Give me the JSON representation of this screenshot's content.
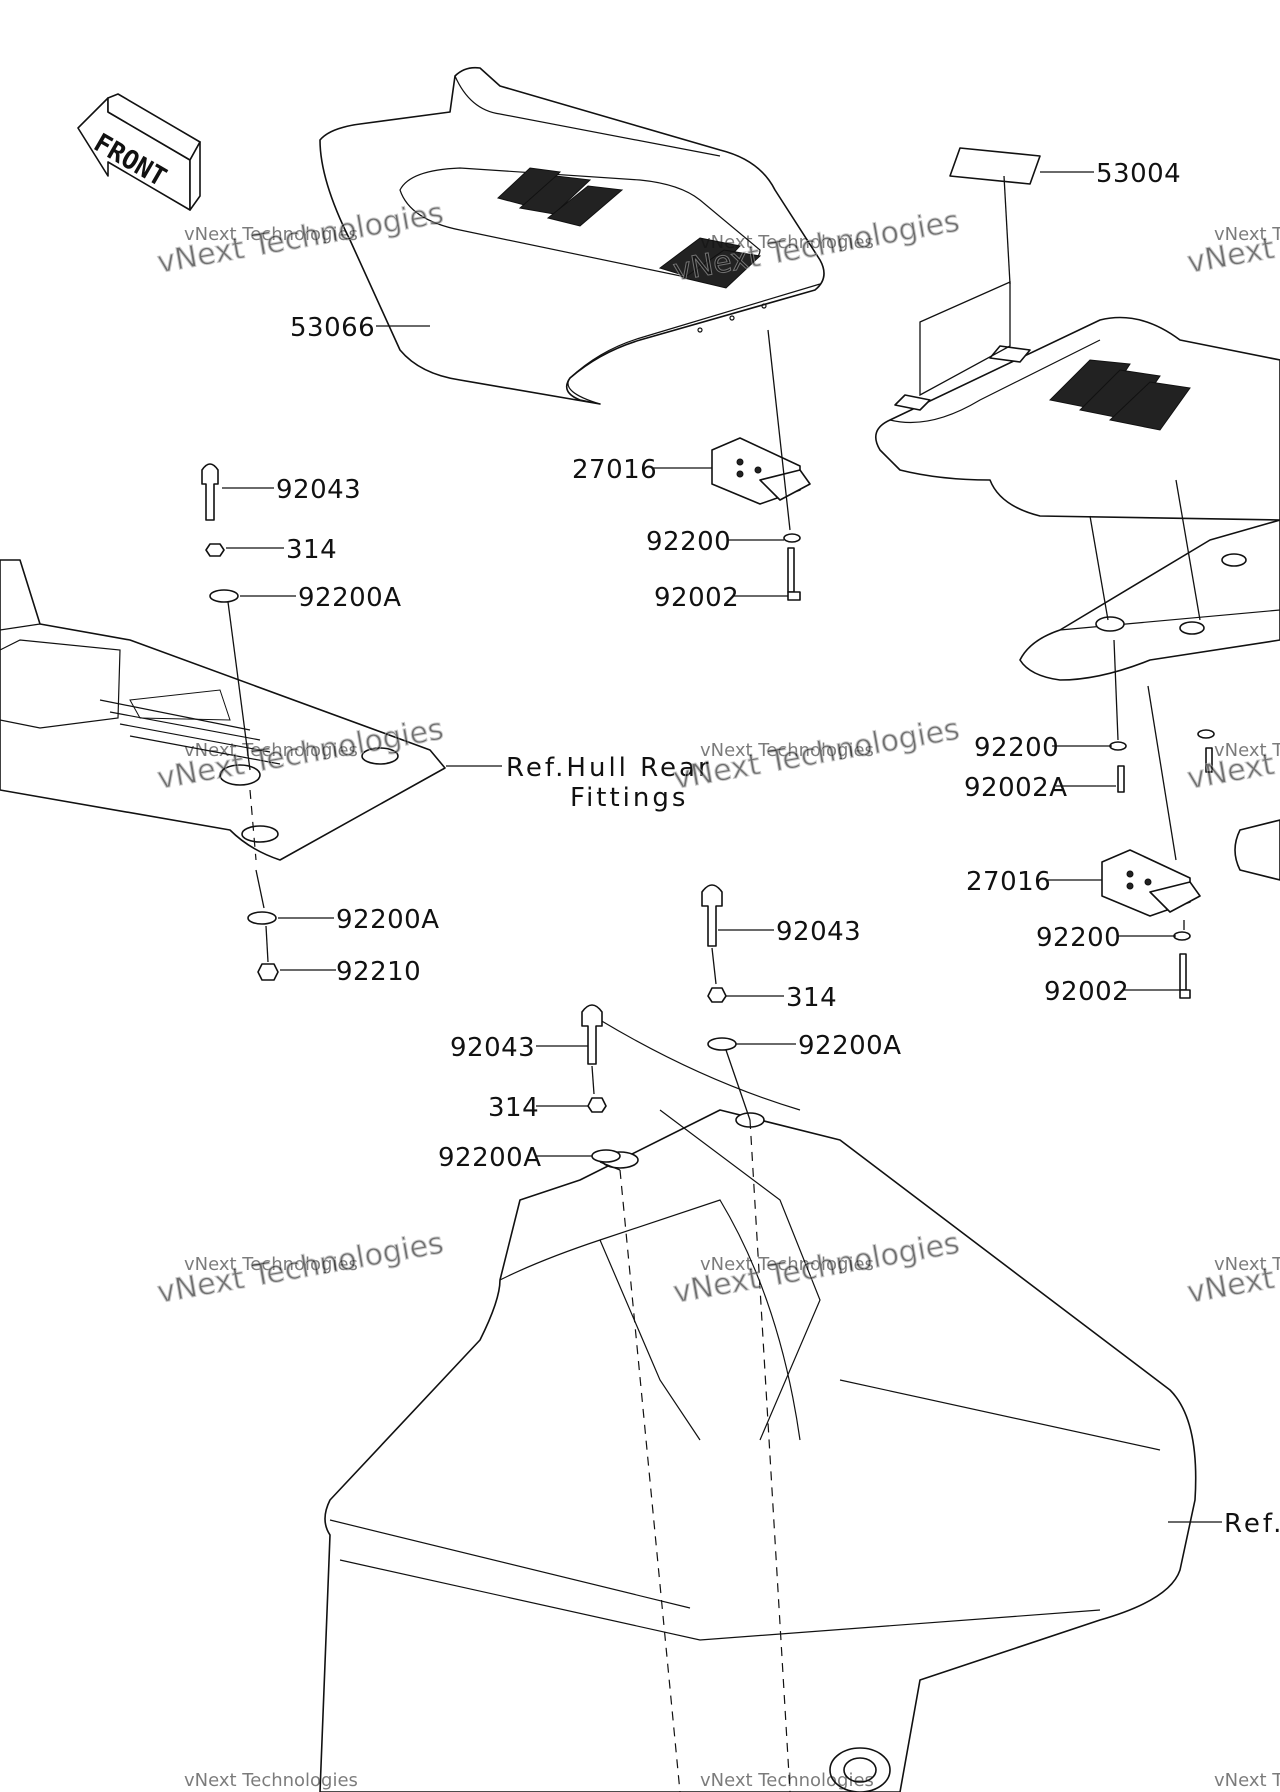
{
  "front_badge": "FRONT",
  "watermark": {
    "line1": "vNext Technologies",
    "line2": "vNext Technologies"
  },
  "labels": {
    "p53004": "53004",
    "p53066": "53066",
    "p92043_a": "92043",
    "p314_a": "314",
    "p92200A_a": "92200A",
    "p27016_a": "27016",
    "p92200_a": "92200",
    "p92002_a": "92002",
    "ref_hull_rear_1": "Ref.Hull Rear",
    "ref_hull_rear_2": "Fittings",
    "p92200A_b": "92200A",
    "p92210": "92210",
    "p92200_b": "92200",
    "p92002A": "92002A",
    "p27016_b": "27016",
    "p92200_c": "92200",
    "p92002_b": "92002",
    "p92043_b": "92043",
    "p314_b": "314",
    "p92200A_c": "92200A",
    "p92043_c": "92043",
    "p314_c": "314",
    "p92200A_d": "92200A",
    "ref_right": "Ref."
  }
}
